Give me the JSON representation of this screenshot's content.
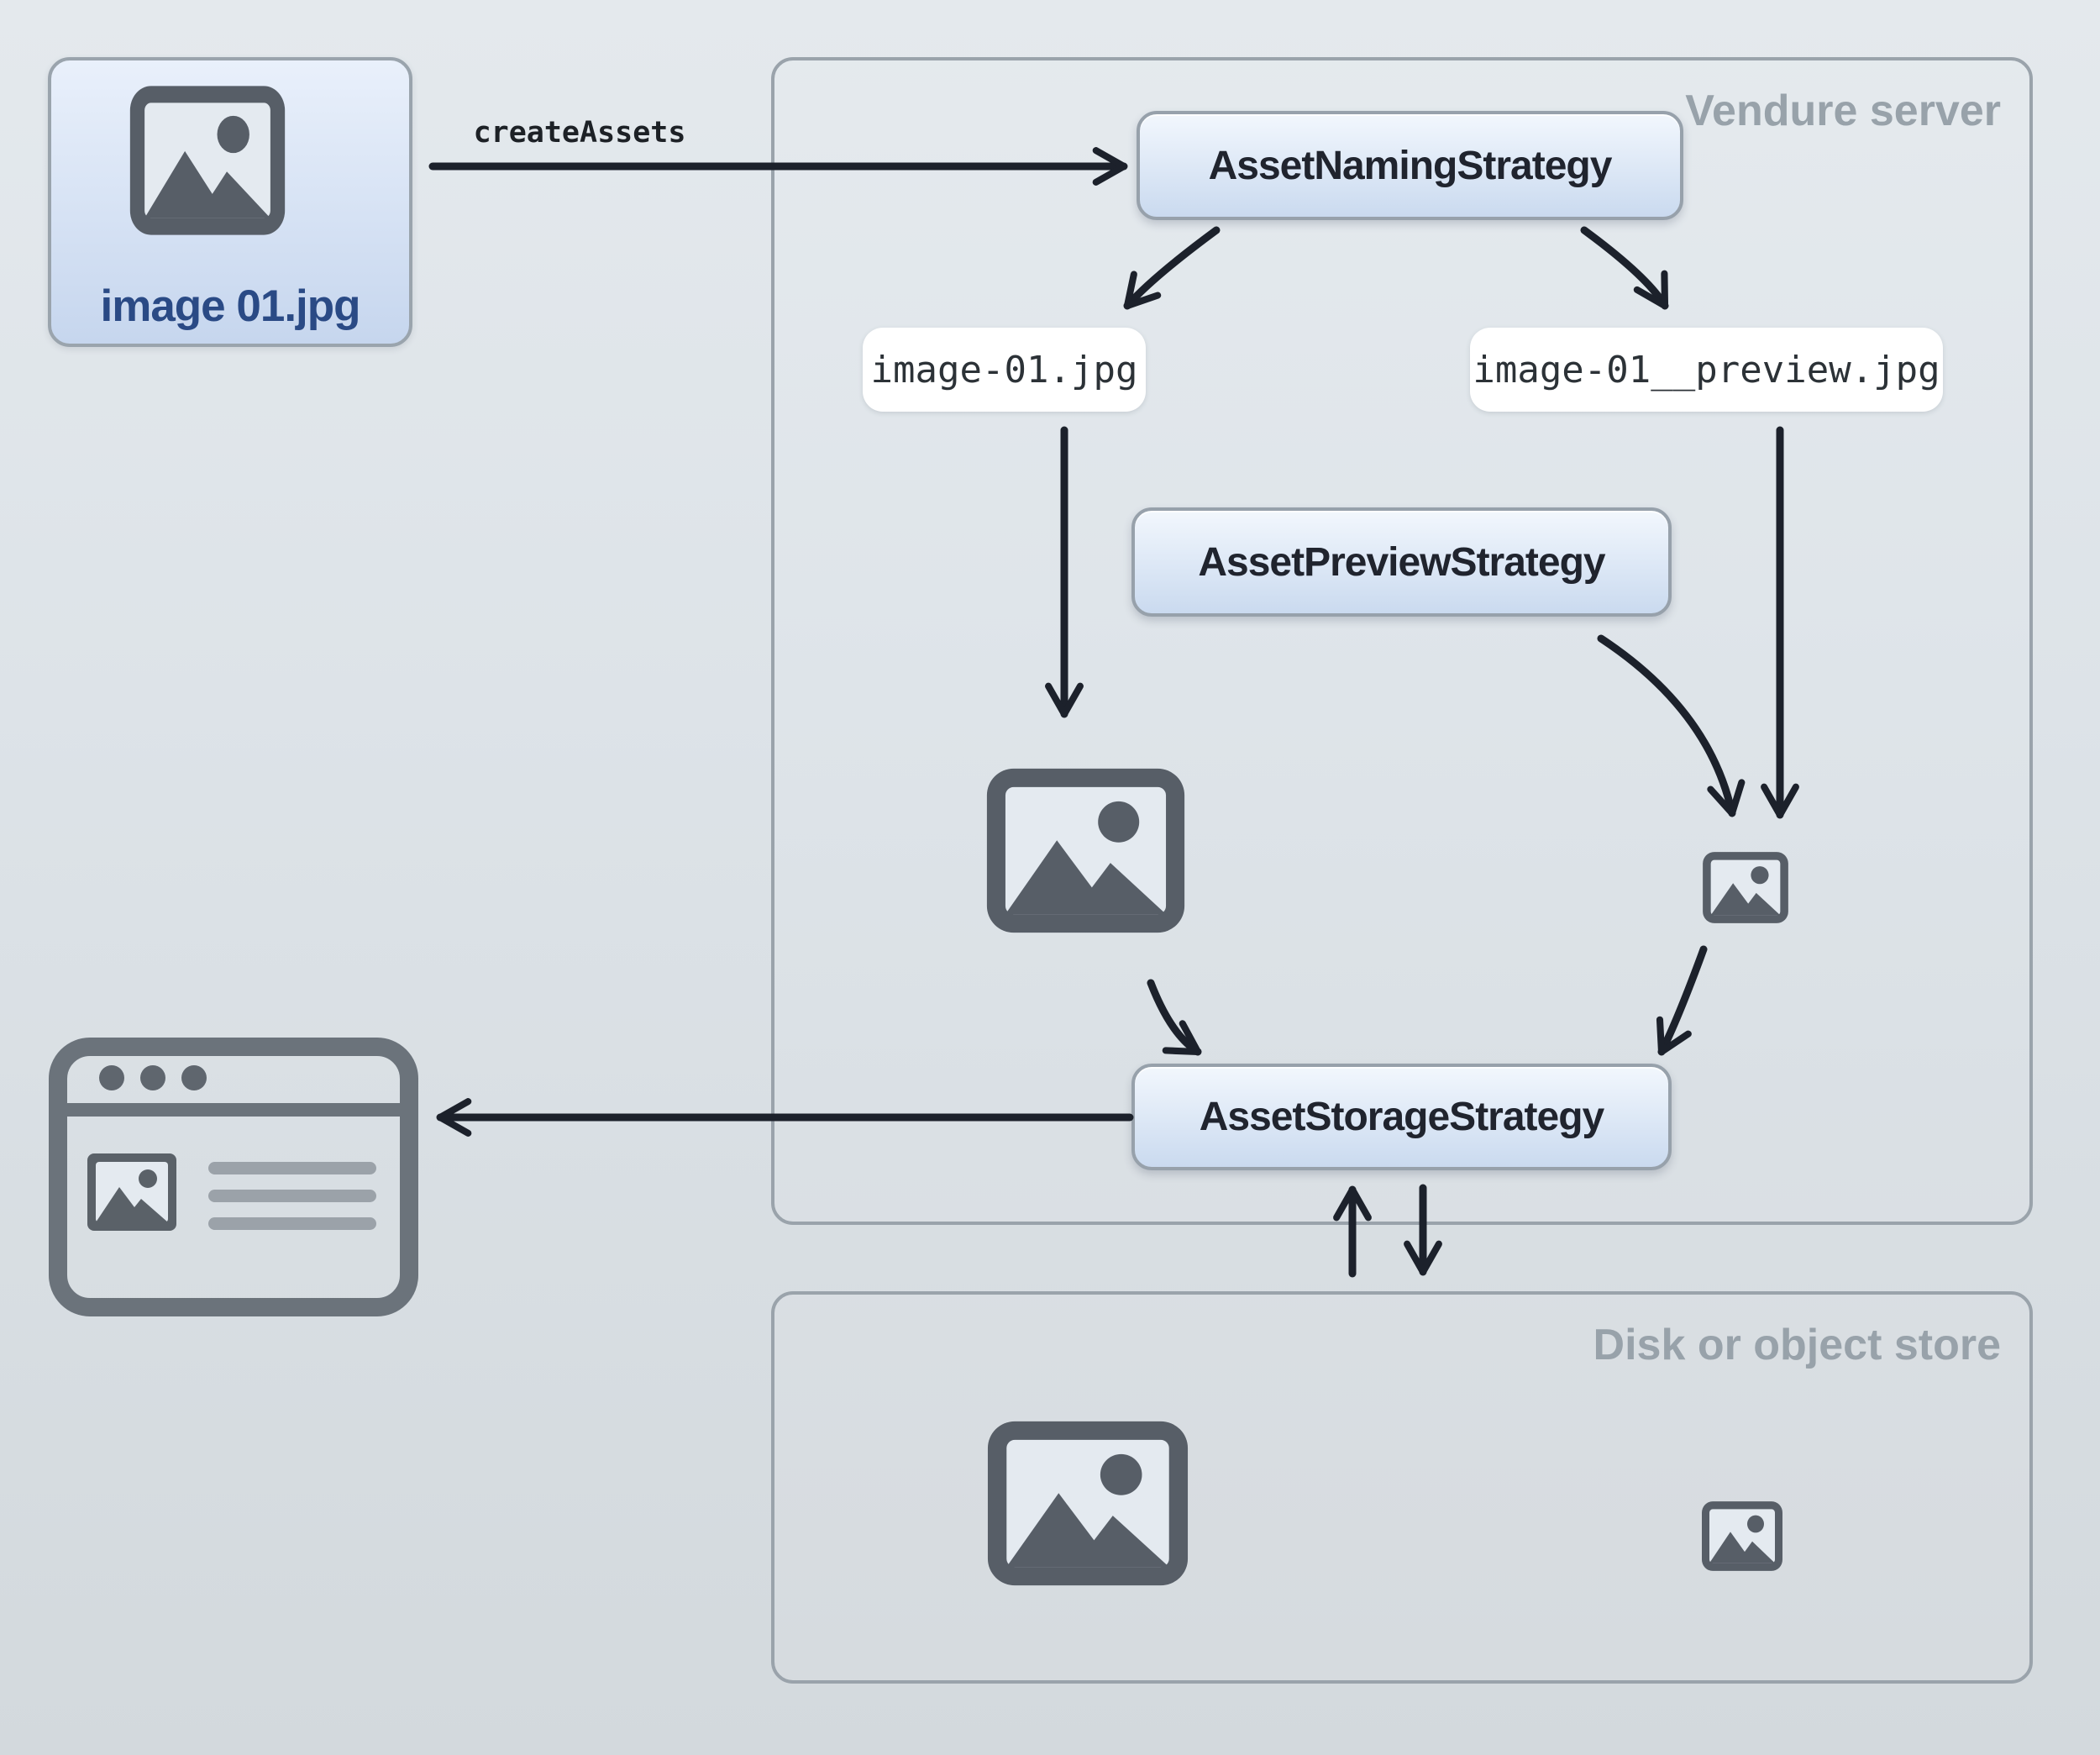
{
  "source_asset": {
    "filename": "image 01.jpg"
  },
  "flow": {
    "create_assets_label": "createAssets"
  },
  "vendure_server": {
    "title": "Vendure server",
    "naming_strategy_label": "AssetNamingStrategy",
    "preview_strategy_label": "AssetPreviewStrategy",
    "storage_strategy_label": "AssetStorageStrategy",
    "generated_source_filename": "image-01.jpg",
    "generated_preview_filename": "image-01__preview.jpg"
  },
  "disk_store": {
    "title": "Disk or object store"
  },
  "icons": {
    "source_asset": "image-icon",
    "vendure_source_file": "image-icon",
    "vendure_preview_file": "image-icon-small",
    "disk_source_file": "image-icon",
    "disk_preview_file": "image-icon-small",
    "storefront": "browser-window-icon"
  },
  "colors": {
    "background_top": "#e4e9ed",
    "background_bottom": "#d3d9dd",
    "panel_border": "#9aa3ab",
    "card_blue_top": "#e9f0fb",
    "card_blue_bottom": "#c6d6ee",
    "button_text": "#20242e",
    "filename_pill_bg": "#ffffff",
    "code_text": "#2c3237",
    "muted_label": "#98a2aa",
    "asset_filename_text": "#2a4a85",
    "arrow": "#1c212b",
    "image_icon": "#575e67",
    "browser_icon": "#6b737b"
  }
}
